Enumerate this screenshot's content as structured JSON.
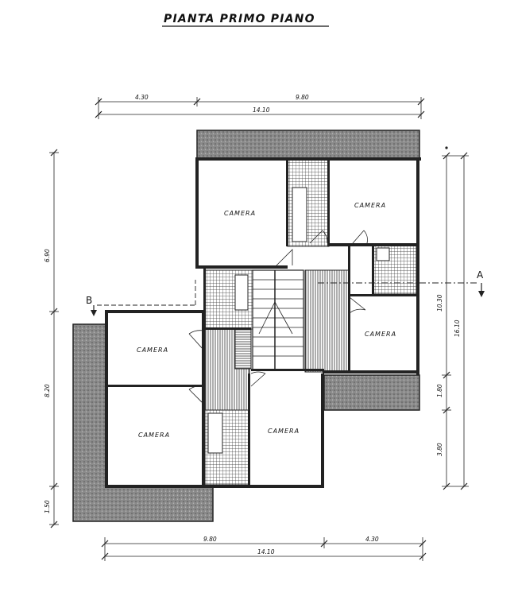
{
  "title": "PIANTA PRIMO PIANO",
  "rooms": {
    "camera_top_left": "CAMERA",
    "camera_top_right": "CAMERA",
    "camera_right": "CAMERA",
    "camera_left_upper": "CAMERA",
    "camera_left_lower": "CAMERA",
    "camera_center": "CAMERA"
  },
  "dimensions": {
    "top_left": "4.30",
    "top_right": "9.80",
    "top_total": "14.10",
    "bottom_left": "9.80",
    "bottom_right": "4.30",
    "bottom_total": "14.10",
    "left_upper": "6.90",
    "left_lower": "8.20",
    "left_small": "1.50",
    "right_upper": "10.30",
    "right_total": "16.10",
    "right_mid": "1.80",
    "right_lower": "3.80"
  },
  "section_marks": {
    "a": "A",
    "b": "B"
  }
}
